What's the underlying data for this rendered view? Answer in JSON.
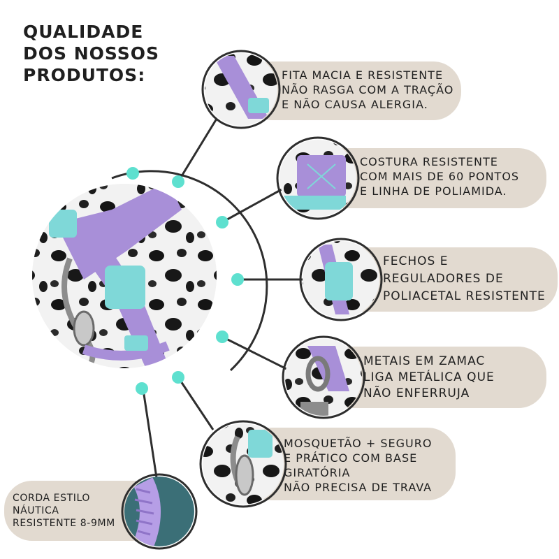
{
  "heading": [
    "QUALIDADE",
    "DOS NOSSOS",
    "PRODUTOS:"
  ],
  "features": [
    {
      "lines": [
        "FITA MACIA E RESISTENTE",
        "NÃO RASGA COM A TRAÇÃO",
        "E NÃO CAUSA ALERGIA."
      ],
      "icon": "strap-closeup"
    },
    {
      "lines": [
        "COSTURA RESISTENTE",
        "COM MAIS DE 60 PONTOS",
        "E LINHA DE POLIAMIDA."
      ],
      "icon": "stitching-closeup"
    },
    {
      "lines": [
        "FECHOS E",
        "REGULADORES DE",
        "POLIACETAL RESISTENTE"
      ],
      "icon": "buckle-closeup"
    },
    {
      "lines": [
        "METAIS EM ZAMAC",
        "LIGA METÁLICA QUE",
        "NÃO ENFERRUJA"
      ],
      "icon": "metal-ring-closeup"
    },
    {
      "lines": [
        "MOSQUETÃO + SEGURO",
        "E PRÁTICO COM BASE",
        "GIRATÓRIA",
        "NÃO PRECISA DE TRAVA"
      ],
      "icon": "carabiner-closeup"
    },
    {
      "lines": [
        "CORDA ESTILO",
        "NÁUTICA",
        "RESISTENTE 8-9MM"
      ],
      "icon": "rope-closeup"
    }
  ],
  "colors": {
    "pill": "#e2dad0",
    "dot": "#5ee0cf",
    "line": "#2e2e2e",
    "lilac": "#a88fd8",
    "teal": "#7fd8d8"
  }
}
